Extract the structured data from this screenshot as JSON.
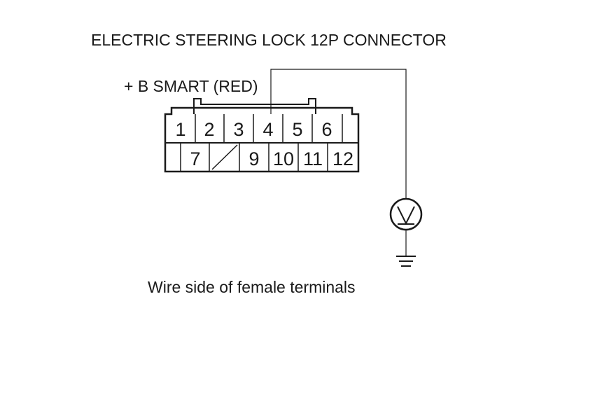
{
  "title": "ELECTRIC STEERING LOCK 12P CONNECTOR",
  "wire_label": "+ B SMART (RED)",
  "caption": "Wire side of female terminals",
  "connector": {
    "top_row": [
      "1",
      "2",
      "3",
      "4",
      "5",
      "6"
    ],
    "bottom_row": [
      "7",
      "9",
      "10",
      "11",
      "12"
    ],
    "test_pin": "4"
  },
  "meter": {
    "symbol": "V"
  },
  "icons": {
    "voltmeter": "voltmeter-icon",
    "ground": "ground-icon"
  },
  "colors": {
    "line": "#1a1a1a",
    "background": "#ffffff"
  }
}
